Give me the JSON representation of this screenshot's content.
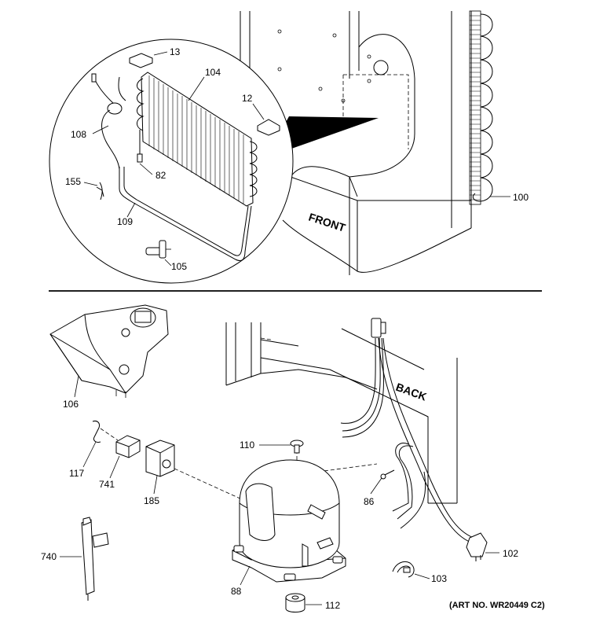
{
  "diagram": {
    "labels": {
      "p13": "13",
      "p104": "104",
      "p12": "12",
      "p108": "108",
      "p82": "82",
      "p155": "155",
      "p109": "109",
      "p105": "105",
      "p100": "100",
      "p106": "106",
      "p110": "110",
      "p117": "117",
      "p741": "741",
      "p185": "185",
      "p86": "86",
      "p102": "102",
      "p103": "103",
      "p740": "740",
      "p88": "88",
      "p112": "112"
    },
    "annotations": {
      "front": "FRONT",
      "back": "BACK"
    },
    "art_number": "(ART NO. WR20449 C2)"
  }
}
